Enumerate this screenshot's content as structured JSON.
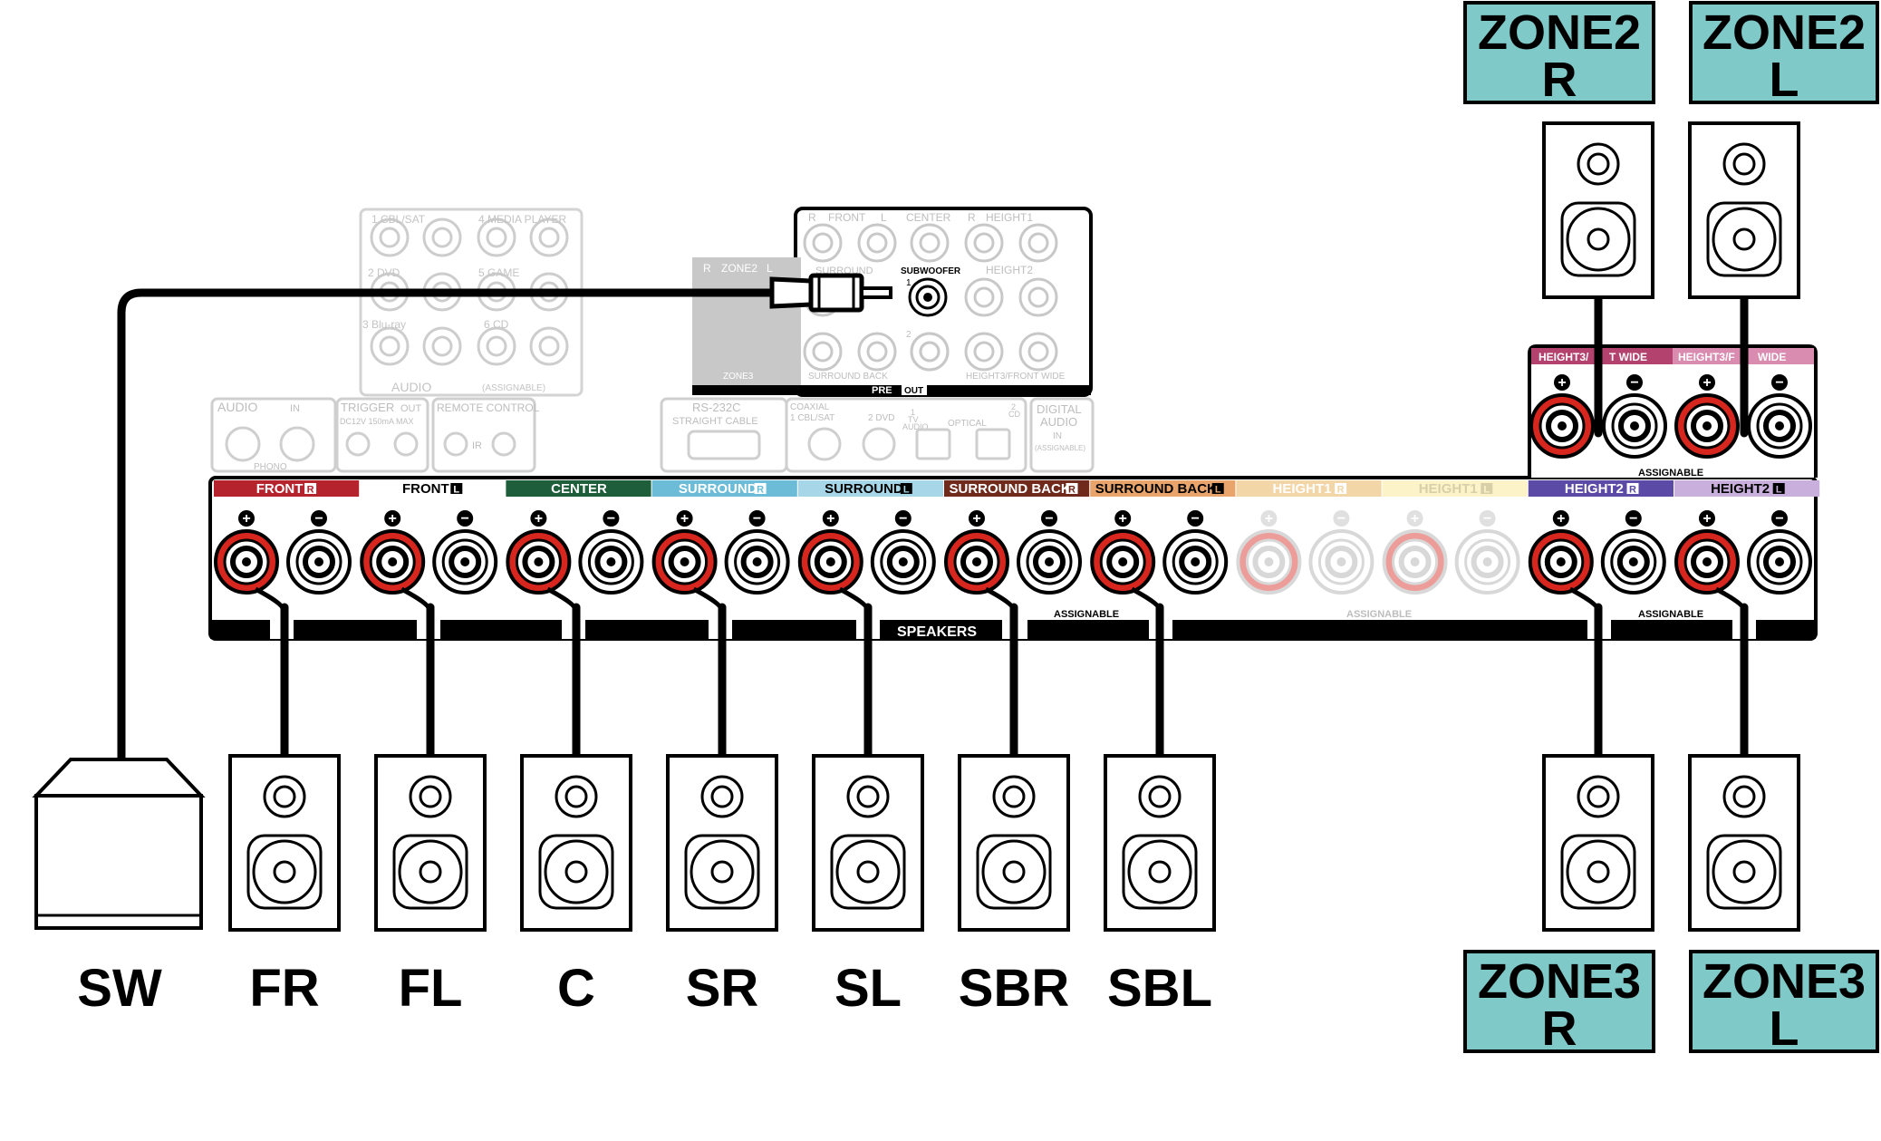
{
  "colors": {
    "zone_box_fill": "#7fc9c8",
    "terminal_red": "#d7261e",
    "front_r": "#b5232d",
    "center": "#1e5e3a",
    "surround": "#6cbcd8",
    "surround_back": "#6f2a1c",
    "surround_back_l": "#e8a46a",
    "height1": "#f2d6a8",
    "height1_l": "#fdf3c8",
    "height2_r": "#5b4aa6",
    "height2_l": "#c9b0dc",
    "height3": "#b4426e",
    "height3_l": "#d98bb0",
    "faded_gray": "#c8c8c8",
    "faded_text": "#bdbdbd"
  },
  "zones": {
    "top_right": {
      "zone": "ZONE2",
      "side": "R"
    },
    "top_left": {
      "zone": "ZONE2",
      "side": "L"
    },
    "bottom_right": {
      "zone": "ZONE3",
      "side": "R"
    },
    "bottom_left": {
      "zone": "ZONE3",
      "side": "L"
    }
  },
  "speaker_labels": [
    "SW",
    "FR",
    "FL",
    "C",
    "SR",
    "SL",
    "SBR",
    "SBL"
  ],
  "terminal_labels": {
    "front_r": "FRONT",
    "front_l": "FRONT",
    "center": "CENTER",
    "surround_r": "SURROUND",
    "surround_l": "SURROUND",
    "surround_back_r": "SURROUND BACK",
    "surround_back_l": "SURROUND BACK",
    "height1_r": "HEIGHT1",
    "height1_l": "HEIGHT1",
    "height2_r": "HEIGHT2",
    "height2_l": "HEIGHT2",
    "height3_r": "HEIGHT3/",
    "height3_r_tail": "T WIDE",
    "height3_l": "HEIGHT3/F",
    "height3_l_tail": "WIDE",
    "r_badge": "R",
    "l_badge": "L"
  },
  "strip": {
    "speakers": "SPEAKERS",
    "assignable": "ASSIGNABLE",
    "plus": "+",
    "minus": "−"
  },
  "preout": {
    "label": "PRE",
    "out": "OUT",
    "subwoofer": "SUBWOOFER",
    "one": "1",
    "two": "2",
    "front": "FRONT",
    "center": "CENTER",
    "height1": "HEIGHT1",
    "height2": "HEIGHT2",
    "surround": "SURROUND",
    "surround_back": "SURROUND BACK",
    "height3_front_wide": "HEIGHT3/FRONT WIDE",
    "zone2": "ZONE2",
    "zone3": "ZONE3",
    "r": "R",
    "l": "L"
  },
  "inputs": {
    "audio_header": "AUDIO",
    "in": "IN",
    "assignable": "(ASSIGNABLE)",
    "cbl_sat": "1 CBL/SAT",
    "media_player": "4 MEDIA PLAYER",
    "dvd": "2 DVD",
    "game": "5 GAME",
    "bluray": "3 Blu-ray",
    "cd": "6 CD",
    "audio": "AUDIO",
    "phono": "PHONO",
    "trigger": "TRIGGER",
    "out": "OUT",
    "trigger_spec": "DC12V 150mA MAX",
    "remote_control": "REMOTE CONTROL",
    "ir": "IR",
    "rs232c": "RS-232C",
    "straight_cable": "STRAIGHT CABLE",
    "coaxial": "COAXIAL",
    "coaxial_cbl": "1 CBL/SAT",
    "dvd2": "2 DVD",
    "tv_audio_1": "1",
    "tv_audio": "TV",
    "tv_audio_2": "AUDIO",
    "optical": "OPTICAL",
    "cd2a": "2",
    "cd2b": "CD",
    "digital_audio": "DIGITAL",
    "digital_audio_2": "AUDIO",
    "digital_in": "IN",
    "digital_assignable": "(ASSIGNABLE)"
  }
}
